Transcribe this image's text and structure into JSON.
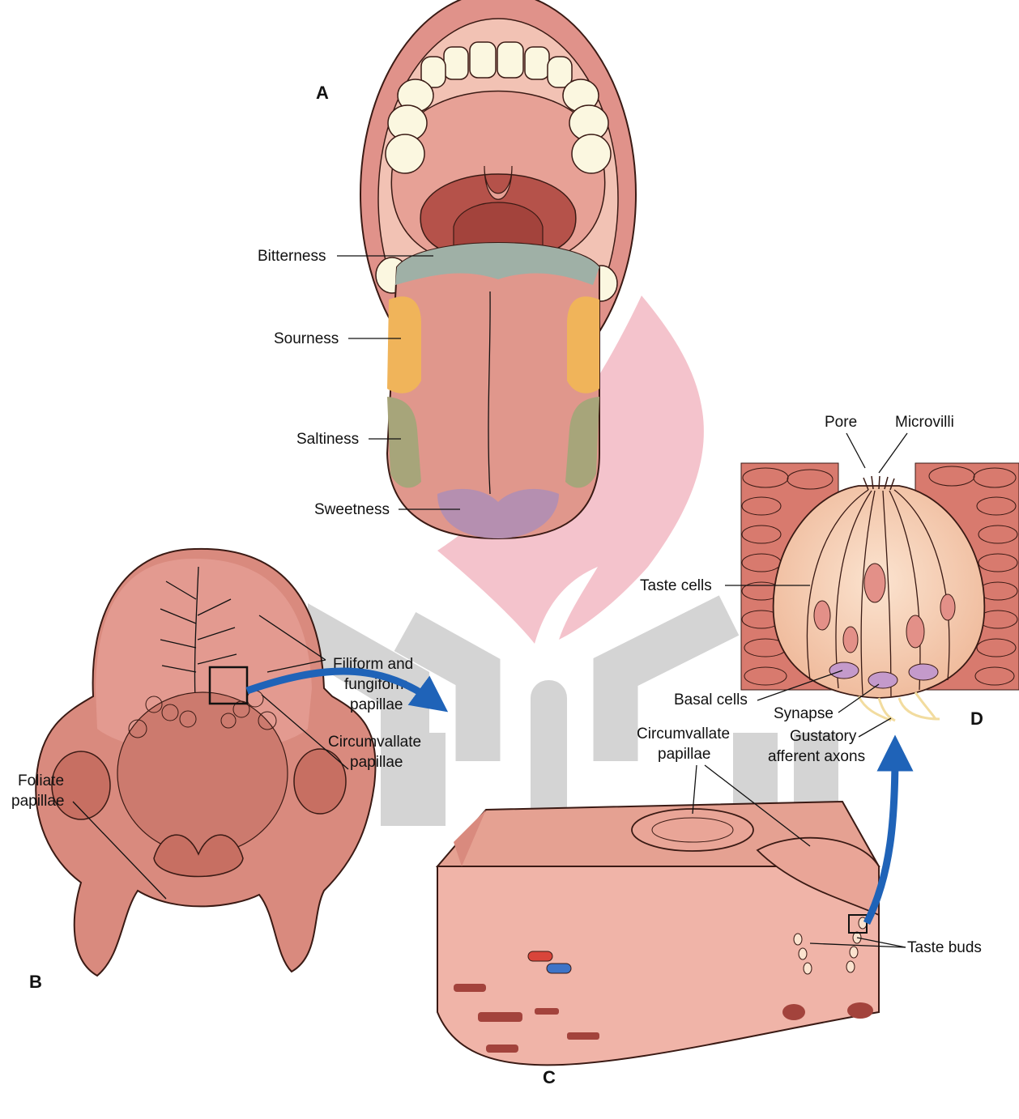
{
  "panels": {
    "a": "A",
    "b": "B",
    "c": "C",
    "d": "D"
  },
  "labels": {
    "bitterness": "Bitterness",
    "sourness": "Sourness",
    "saltiness": "Saltiness",
    "sweetness": "Sweetness",
    "filiform_1": "Filiform and",
    "filiform_2": "fungiform",
    "filiform_3": "papillae",
    "circum_b_1": "Circumvallate",
    "circum_b_2": "papillae",
    "foliate_1": "Foliate",
    "foliate_2": "papillae",
    "circum_c_1": "Circumvallate",
    "circum_c_2": "papillae",
    "taste_buds": "Taste buds",
    "pore": "Pore",
    "microvilli": "Microvilli",
    "taste_cells": "Taste cells",
    "basal_cells": "Basal cells",
    "synapse": "Synapse",
    "gustatory_1": "Gustatory",
    "gustatory_2": "afferent axons"
  },
  "colors": {
    "tissue": "#e39a90",
    "tissue_dark": "#c2564a",
    "tongue": "#e0978c",
    "bitterness_zone": "#9fb0a6",
    "sourness_zone": "#f0b45a",
    "saltiness_zone": "#a7a57a",
    "sweetness_zone": "#b58fb0",
    "arrow": "#1f63b8",
    "watermark_gray": "#d4d4d4",
    "watermark_pink": "#f4c3cc",
    "taste_cell": "#f7d2b8",
    "basal_cell": "#c49acb",
    "nerve": "#f2dc9f"
  }
}
